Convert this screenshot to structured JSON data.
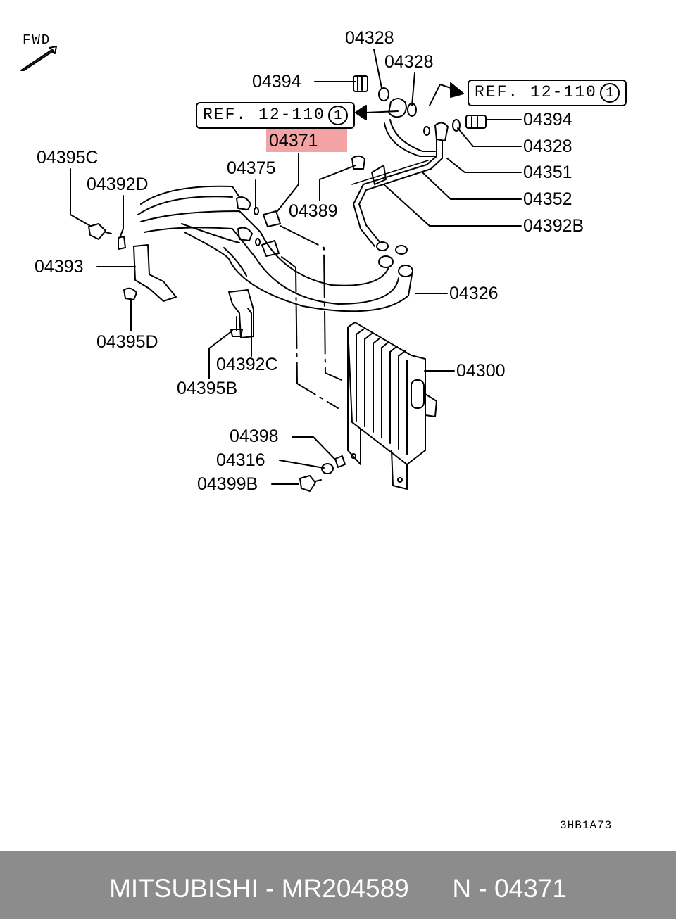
{
  "fwd_label": "FWD",
  "ref_labels": [
    {
      "text": "REF. 12-110",
      "circle": "1"
    },
    {
      "text": "REF. 12-110",
      "circle": "1"
    }
  ],
  "parts": {
    "p04328_top": "04328",
    "p04328_mid": "04328",
    "p04394_left": "04394",
    "p04394_right": "04394",
    "p04328_right": "04328",
    "p04351": "04351",
    "p04352": "04352",
    "p04392B": "04392B",
    "p04371": "04371",
    "p04375": "04375",
    "p04389": "04389",
    "p04395C": "04395C",
    "p04392D": "04392D",
    "p04393": "04393",
    "p04395D": "04395D",
    "p04392C": "04392C",
    "p04395B": "04395B",
    "p04326": "04326",
    "p04300": "04300",
    "p04398": "04398",
    "p04316": "04316",
    "p04399B": "04399B"
  },
  "highlighted_part": "04371",
  "diagram_code": "3HB1A73",
  "footer": {
    "brand": "MITSUBISHI",
    "part_number": "MR204589",
    "ref_number": "N - 04371",
    "separator": " - "
  },
  "colors": {
    "highlight": "#f3a3a3",
    "footer_bg": "#8c8c8c",
    "footer_text": "#ffffff",
    "line": "#000000"
  }
}
